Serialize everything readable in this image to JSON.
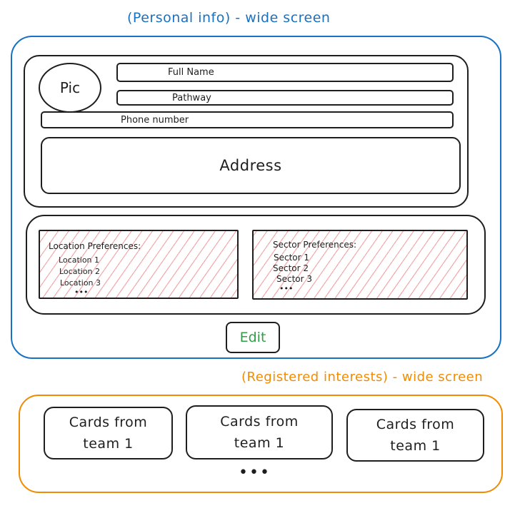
{
  "personal": {
    "title": "(Personal info) - wide screen",
    "title_color": "#1971c2",
    "pic_label": "Pic",
    "full_name": "Full Name",
    "pathway": "Pathway",
    "phone": "Phone number",
    "address": "Address",
    "location_prefs": {
      "heading": "Location Preferences:",
      "items": [
        "Location 1",
        "Location 2",
        "Location 3"
      ],
      "more": "•••"
    },
    "sector_prefs": {
      "heading": "Sector Preferences:",
      "items": [
        "Sector 1",
        "Sector 2",
        "Sector 3"
      ],
      "more": "•••"
    },
    "edit_label": "Edit",
    "edit_color": "#2f9e44",
    "hatch_color": "#e03131"
  },
  "interests": {
    "title": "(Registered interests) - wide screen",
    "title_color": "#f08c00",
    "cards": [
      "Cards from team 1",
      "Cards from team 1",
      "Cards from team 1"
    ],
    "more": "•••"
  }
}
